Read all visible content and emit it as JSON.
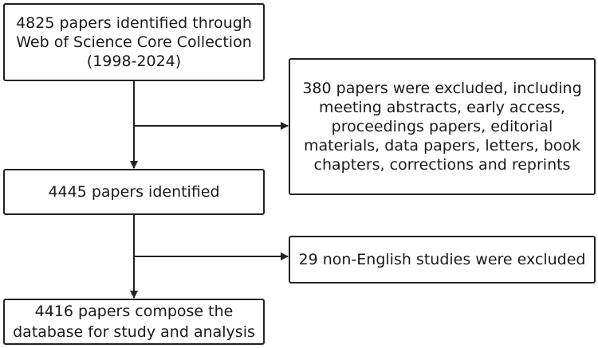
{
  "flowchart": {
    "identified_initial": "4825 papers identified through\nWeb of Science Core Collection\n(1998-2024)",
    "excluded_types": "380 papers were excluded, including\nmeeting abstracts, early access,\nproceedings papers, editorial\nmaterials, data papers, letters, book\nchapters, corrections and reprints",
    "identified_after": "4445 papers identified",
    "excluded_language": "29 non-English studies were excluded",
    "final_database": "4416 papers compose the\ndatabase for study and analysis"
  },
  "colors": {
    "border": "#222222",
    "arrow": "#222222",
    "background": "#ffffff"
  }
}
